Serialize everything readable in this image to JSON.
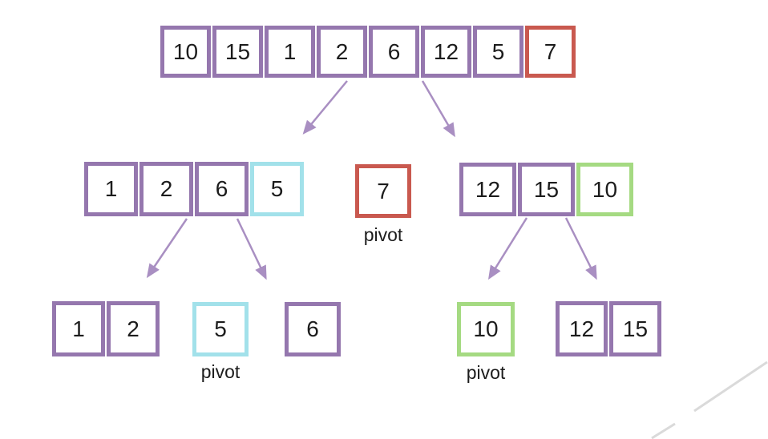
{
  "colors": {
    "purple": "#9577ae",
    "red": "#c9594f",
    "cyan": "#a2e1ea",
    "green": "#a5da82",
    "arrow": "#a98fc2",
    "stray": "#dadada",
    "text": "#1c1c1c"
  },
  "pivot_label_text": "pivot",
  "arrays": {
    "root": {
      "cells": [
        {
          "value": "10",
          "color": "purple"
        },
        {
          "value": "15",
          "color": "purple"
        },
        {
          "value": "1",
          "color": "purple"
        },
        {
          "value": "2",
          "color": "purple"
        },
        {
          "value": "6",
          "color": "purple"
        },
        {
          "value": "12",
          "color": "purple"
        },
        {
          "value": "5",
          "color": "purple"
        },
        {
          "value": "7",
          "color": "red"
        }
      ]
    },
    "left": {
      "cells": [
        {
          "value": "1",
          "color": "purple"
        },
        {
          "value": "2",
          "color": "purple"
        },
        {
          "value": "6",
          "color": "purple"
        },
        {
          "value": "5",
          "color": "cyan"
        }
      ]
    },
    "pivot7": {
      "cells": [
        {
          "value": "7",
          "color": "red"
        }
      ],
      "label": "pivot"
    },
    "right": {
      "cells": [
        {
          "value": "12",
          "color": "purple"
        },
        {
          "value": "15",
          "color": "purple"
        },
        {
          "value": "10",
          "color": "green"
        }
      ]
    },
    "leftleft": {
      "cells": [
        {
          "value": "1",
          "color": "purple"
        },
        {
          "value": "2",
          "color": "purple"
        }
      ]
    },
    "leftpivot": {
      "cells": [
        {
          "value": "5",
          "color": "cyan"
        }
      ],
      "label": "pivot"
    },
    "leftright": {
      "cells": [
        {
          "value": "6",
          "color": "purple"
        }
      ]
    },
    "rightpivot": {
      "cells": [
        {
          "value": "10",
          "color": "green"
        }
      ],
      "label": "pivot"
    },
    "rightright": {
      "cells": [
        {
          "value": "12",
          "color": "purple"
        },
        {
          "value": "15",
          "color": "purple"
        }
      ]
    }
  }
}
